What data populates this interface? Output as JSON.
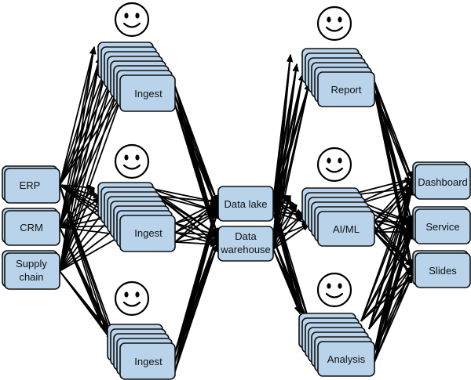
{
  "sources": {
    "erp": "ERP",
    "crm": "CRM",
    "supply_chain": [
      "Supply",
      "chain"
    ]
  },
  "ingest": {
    "label": "Ingest"
  },
  "storage": {
    "data_lake": "Data lake",
    "data_warehouse": [
      "Data",
      "warehouse"
    ]
  },
  "workloads": {
    "report": "Report",
    "aiml": "AI/ML",
    "analysis": "Analysis"
  },
  "outputs": {
    "dashboard": "Dashboard",
    "service": "Service",
    "slides": "Slides"
  },
  "icons": {
    "person": "smiley-face-icon"
  },
  "colors": {
    "box_fill": "#b8d3ea",
    "stroke": "#111111"
  }
}
